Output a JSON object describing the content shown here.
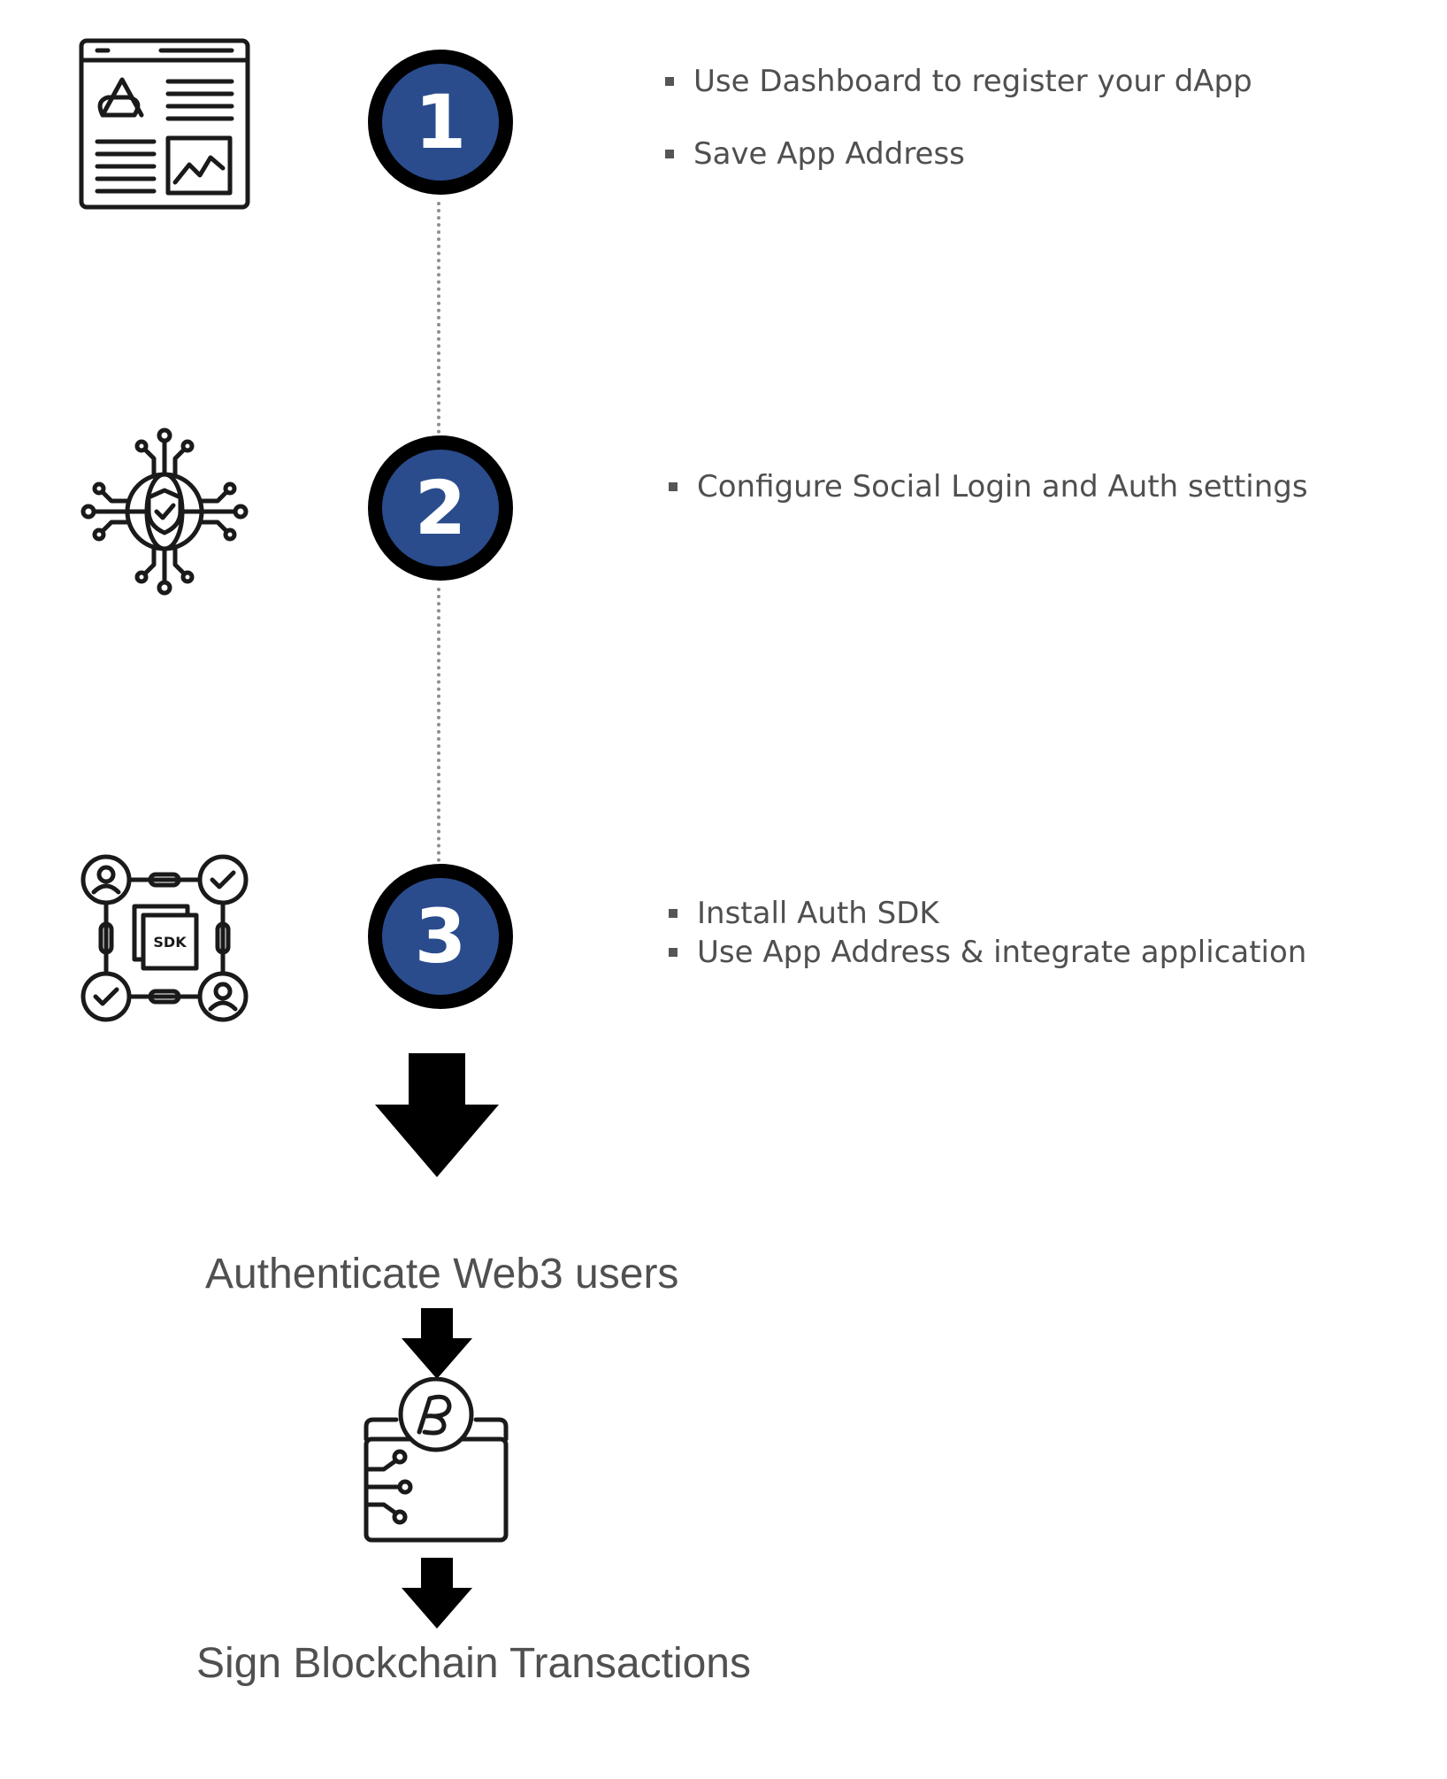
{
  "steps": [
    {
      "number": "1",
      "icon": "dashboard-icon",
      "bullets": [
        "Use Dashboard to register your dApp",
        "Save App Address"
      ]
    },
    {
      "number": "2",
      "icon": "security-network-icon",
      "bullets": [
        "Configure Social Login and Auth settings"
      ]
    },
    {
      "number": "3",
      "icon": "sdk-network-icon",
      "bullets": [
        "Install Auth SDK",
        "Use App Address & integrate application"
      ]
    }
  ],
  "outcomes": {
    "authenticate": "Authenticate Web3 users",
    "wallet_icon": "wallet-icon",
    "sign": "Sign Blockchain Transactions"
  },
  "colors": {
    "circle_fill": "#2a4c8d",
    "circle_border": "#000000",
    "text": "#4f4f4f",
    "connector": "#8e8e8e"
  }
}
